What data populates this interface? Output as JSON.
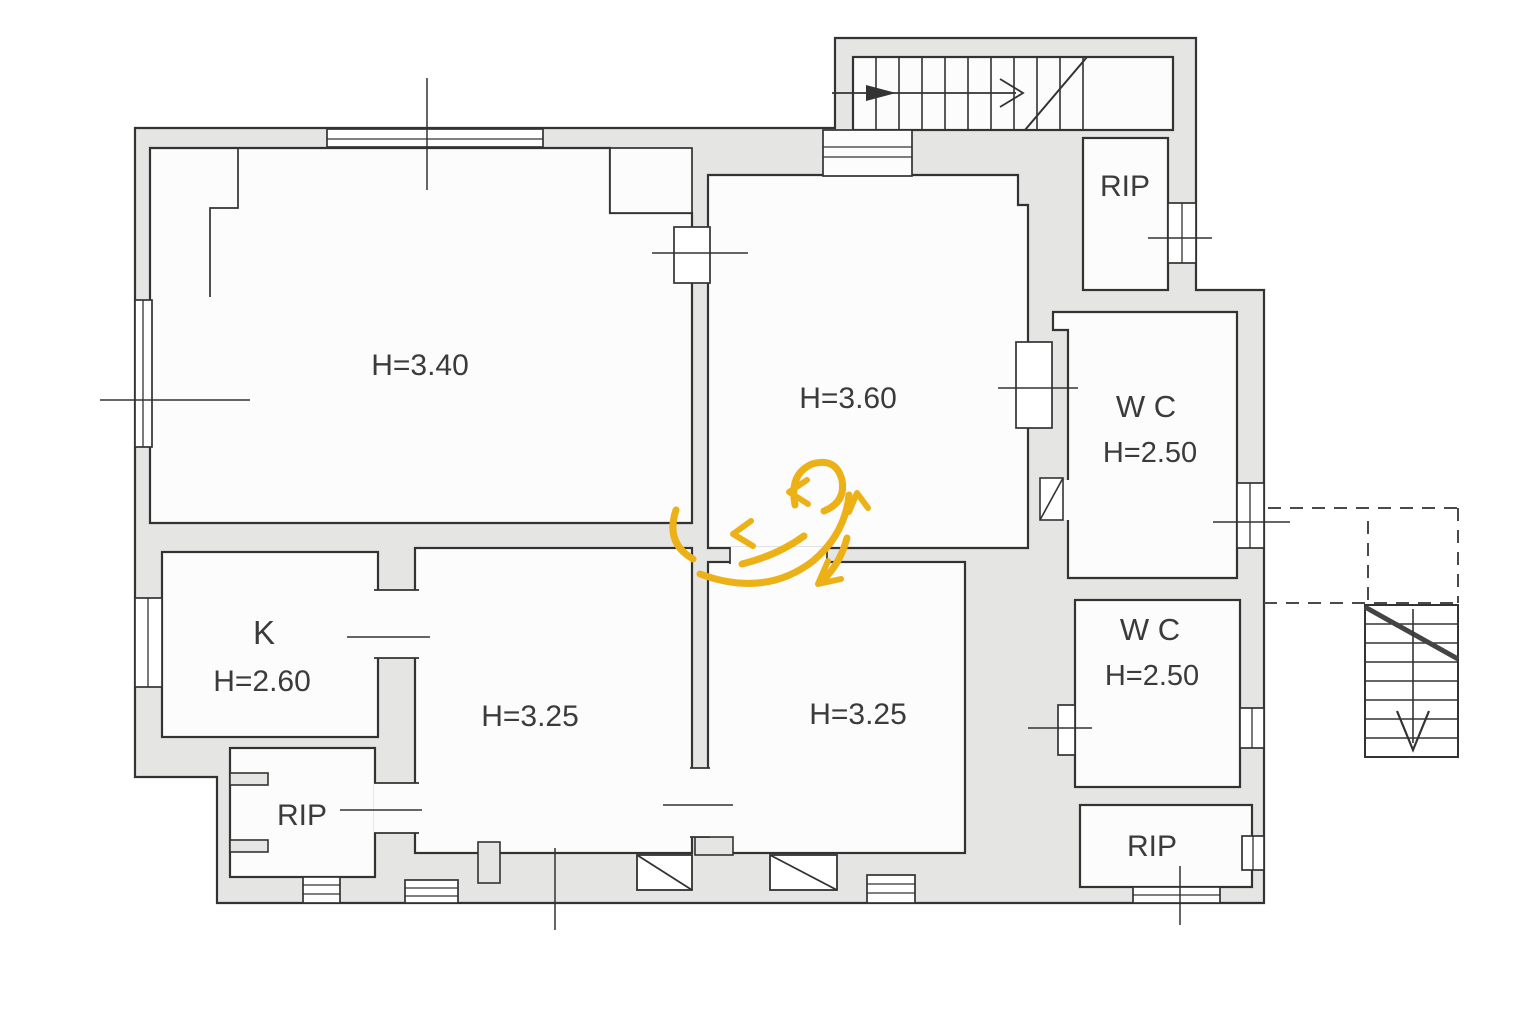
{
  "title": "apartment-floor-plan",
  "colors": {
    "wall_fill": "#e5e5e3",
    "room_fill": "#fcfcfc",
    "line": "#333333",
    "dashed_line": "#4a4a4a",
    "annotation_yellow": "#ebb117",
    "text": "#3b3b3b"
  },
  "rooms": {
    "living": {
      "height_label": "H=3.40"
    },
    "bedroom": {
      "height_label": "H=3.60"
    },
    "storage_top_right": {
      "label": "RIP"
    },
    "wc_top": {
      "label": "W C",
      "height_label": "H=2.50"
    },
    "kitchen": {
      "label": "K",
      "height_label": "H=2.60"
    },
    "room_bottom_left": {
      "height_label": "H=3.25"
    },
    "room_bottom_right": {
      "height_label": "H=3.25"
    },
    "wc_bottom": {
      "label": "W C",
      "height_label": "H=2.50"
    },
    "storage_bottom_right": {
      "label": "RIP"
    },
    "storage_bottom_left": {
      "label": "RIP"
    }
  }
}
